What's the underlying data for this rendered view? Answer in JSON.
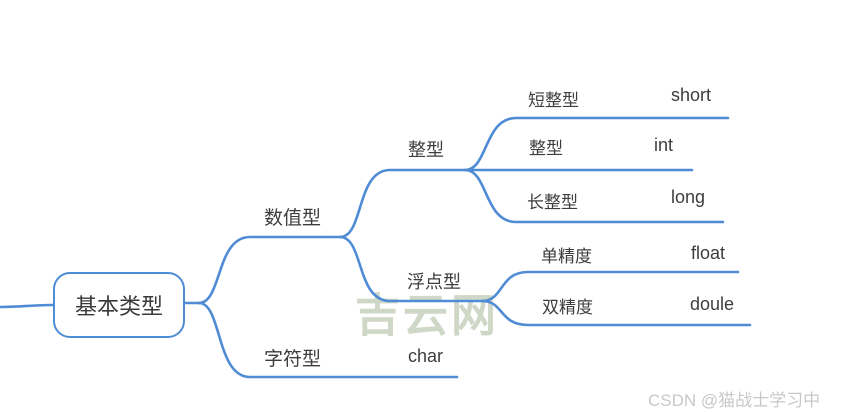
{
  "colors": {
    "branch_blue": "#4f8cd5",
    "text": "#3d3d3d",
    "watermark_center_green": "#bfcbb4",
    "watermark_corner_gray": "#c8c8c8"
  },
  "mindmap": {
    "root": "基本类型",
    "children": [
      {
        "label": "数值型",
        "children": [
          {
            "label": "整型",
            "children": [
              {
                "label": "短整型",
                "value": "short"
              },
              {
                "label": "整型",
                "value": "int"
              },
              {
                "label": "长整型",
                "value": "long"
              }
            ]
          },
          {
            "label": "浮点型",
            "children": [
              {
                "label": "单精度",
                "value": "float"
              },
              {
                "label": "双精度",
                "value": "doule"
              }
            ]
          }
        ]
      },
      {
        "label": "字符型",
        "value": "char"
      }
    ]
  },
  "watermarks": {
    "center": "吉云网",
    "corner": "CSDN @猫战士学习中"
  }
}
